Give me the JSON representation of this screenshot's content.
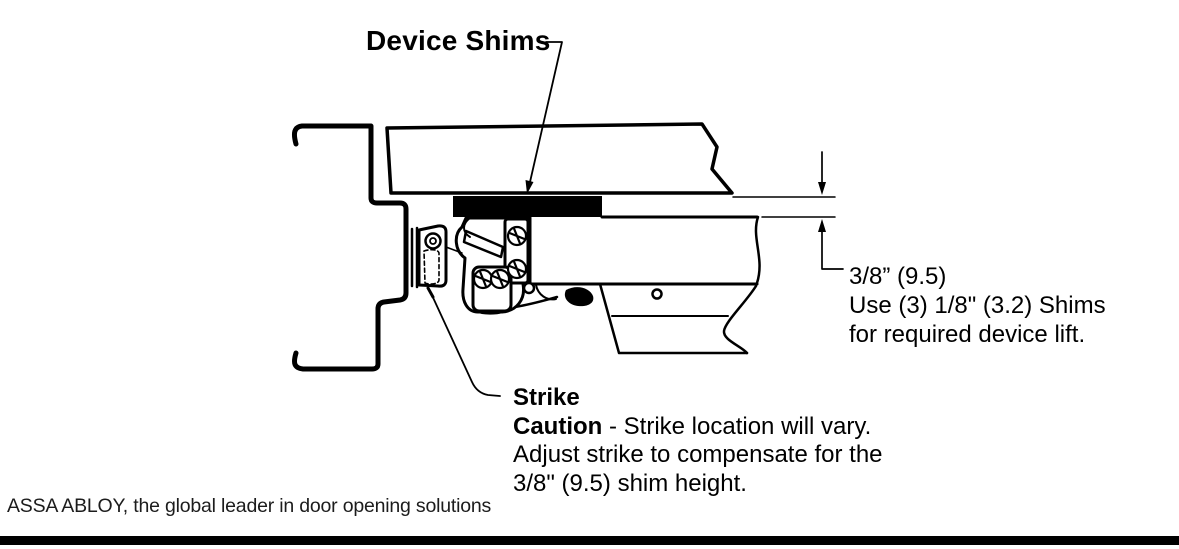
{
  "page": {
    "background_color": "#ffffff",
    "ink_color": "#000000"
  },
  "labels": {
    "device_shims": "Device Shims",
    "dimension": {
      "line1": "3/8” (9.5)",
      "line2": "Use (3) 1/8\" (3.2) Shims",
      "line3": "for required device lift."
    },
    "strike": {
      "title": "Strike",
      "caution_bold": "Caution",
      "caution_rest": " - Strike location will vary.",
      "line2": "Adjust strike to compensate for the",
      "line3": "3/8\" (9.5) shim height."
    }
  },
  "footer": {
    "tagline": "ASSA ABLOY, the global leader in door opening solutions"
  }
}
